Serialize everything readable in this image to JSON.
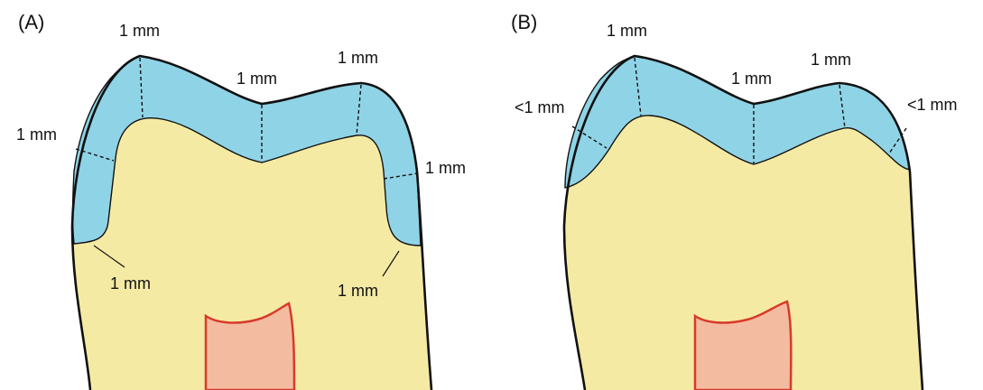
{
  "panels": [
    {
      "id": "A",
      "label": "(A)",
      "measurements": {
        "occlusal_left": "1 mm",
        "occlusal_center": "1 mm",
        "occlusal_right": "1 mm",
        "axial_left": "1 mm",
        "axial_right": "1 mm",
        "margin_left": "1 mm",
        "margin_right": "1 mm"
      }
    },
    {
      "id": "B",
      "label": "(B)",
      "measurements": {
        "occlusal_left": "1 mm",
        "occlusal_center": "1 mm",
        "occlusal_right": "1 mm",
        "axial_left": "<1 mm",
        "axial_right": "<1 mm"
      }
    }
  ],
  "colors": {
    "restoration": "#8fd3e6",
    "tooth": "#f5eaa4",
    "pulp_fill": "#f3bca0",
    "pulp_outline": "#d83a2a",
    "outline": "#111111"
  }
}
